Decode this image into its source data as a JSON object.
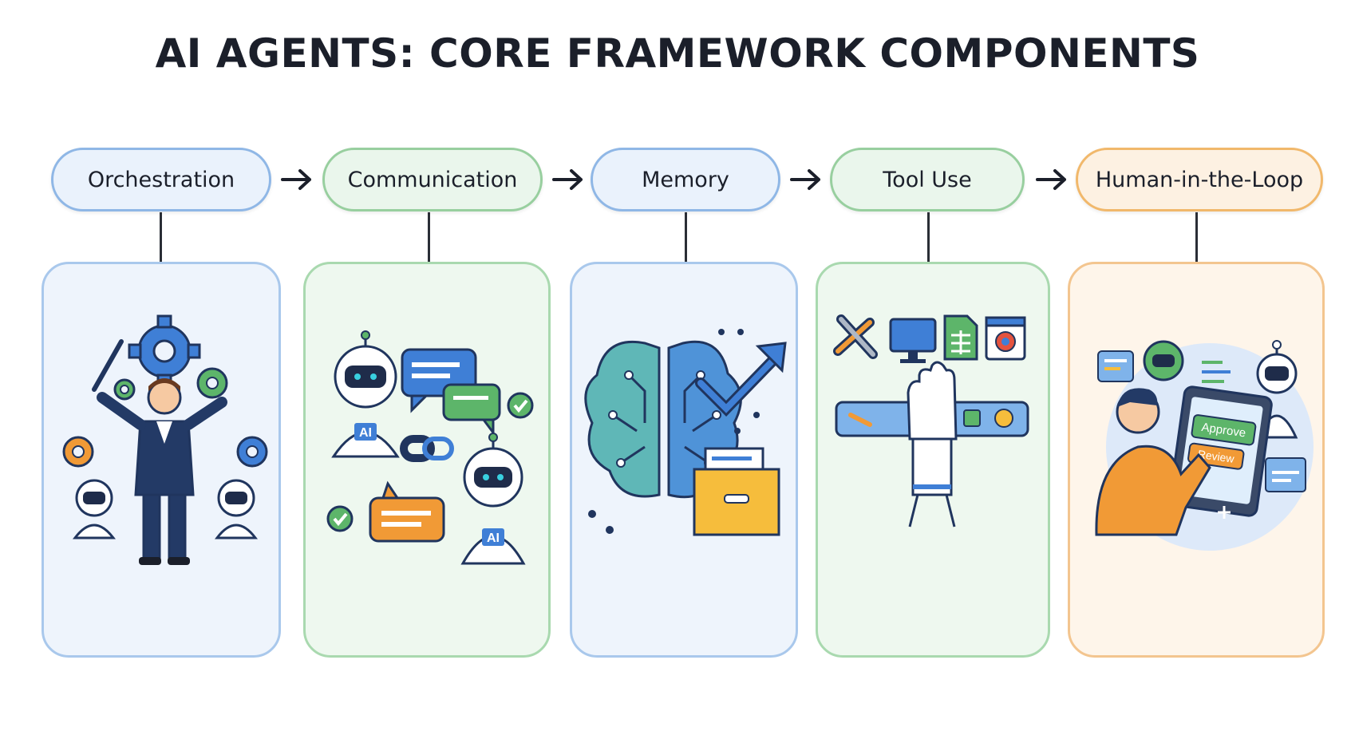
{
  "title": "AI AGENTS: CORE FRAMEWORK COMPONENTS",
  "components": [
    {
      "label": "Orchestration",
      "color": "#8fb7e6"
    },
    {
      "label": "Communication",
      "color": "#98cf9f"
    },
    {
      "label": "Memory",
      "color": "#8fb7e6"
    },
    {
      "label": "Tool Use",
      "color": "#98cf9f"
    },
    {
      "label": "Human-in-the-Loop",
      "color": "#f1b86b"
    }
  ],
  "badges": {
    "ai": "AI",
    "approve": "Approve",
    "review": "Review"
  },
  "icons": [
    "gear-icon",
    "conductor-icon",
    "robot-icon",
    "chat-bubble-icon",
    "link-icon",
    "check-icon",
    "brain-icon",
    "trend-arrow-icon",
    "folder-icon",
    "wrench-icon",
    "monitor-icon",
    "spreadsheet-icon",
    "browser-icon",
    "robot-hand-icon",
    "person-icon",
    "tablet-icon"
  ]
}
